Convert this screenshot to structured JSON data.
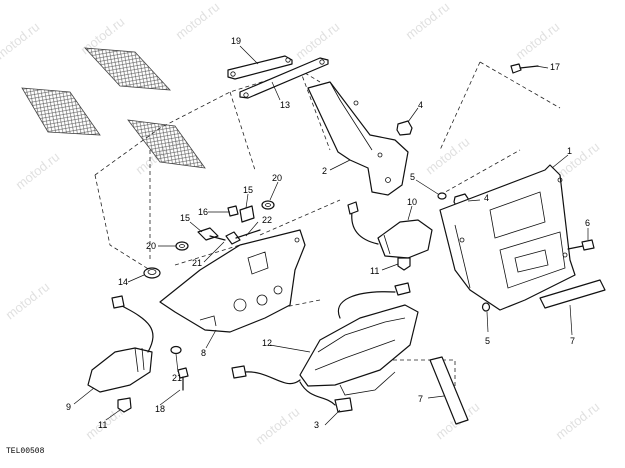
{
  "figure_code": "TEL00508",
  "watermark_text": "motod.ru",
  "callouts": [
    "19",
    "13",
    "4",
    "17",
    "1",
    "2",
    "5",
    "4",
    "20",
    "15",
    "16",
    "15",
    "22",
    "10",
    "6",
    "20",
    "21",
    "14",
    "11",
    "12",
    "7",
    "8",
    "21",
    "3",
    "9",
    "18",
    "11",
    "5",
    "7"
  ]
}
